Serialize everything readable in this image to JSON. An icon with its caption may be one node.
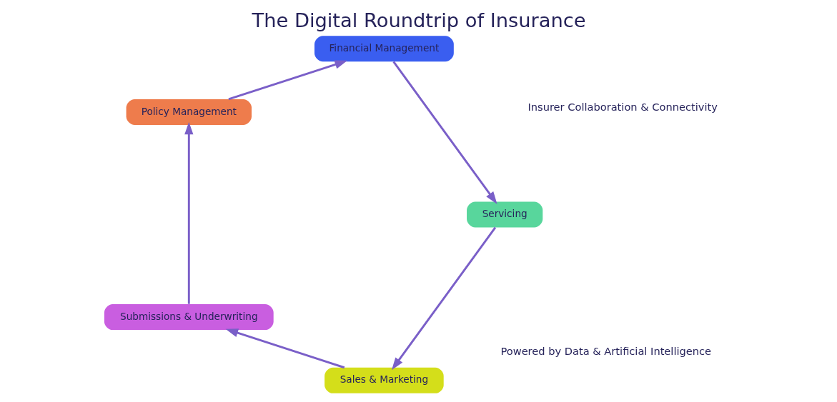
{
  "diagram": {
    "title": "The Digital Roundtrip of Insurance",
    "caption": "Powered by Data & Artificial Intelligence",
    "nodes": [
      {
        "text": [
          "Sales & Marketing"
        ]
      },
      {
        "text": [
          "Submissions & Underwriting"
        ]
      },
      {
        "text": [
          "Policy Management"
        ]
      },
      {
        "text": [
          "Financial Management"
        ]
      },
      {
        "text": [
          "Servicing"
        ]
      }
    ],
    "edges": [
      {
        "from": 0,
        "to": 1,
        "arrow": "to"
      },
      {
        "from": 1,
        "to": 2,
        "arrow": "to"
      },
      {
        "from": 2,
        "to": 3,
        "arrow": "to"
      },
      {
        "from": 3,
        "to": 4,
        "arrow": "to"
      },
      {
        "from": 4,
        "to": 0,
        "arrow": "to"
      }
    ],
    "labels": [
      "Insurer Collaboration & Connectivity"
    ]
  }
}
